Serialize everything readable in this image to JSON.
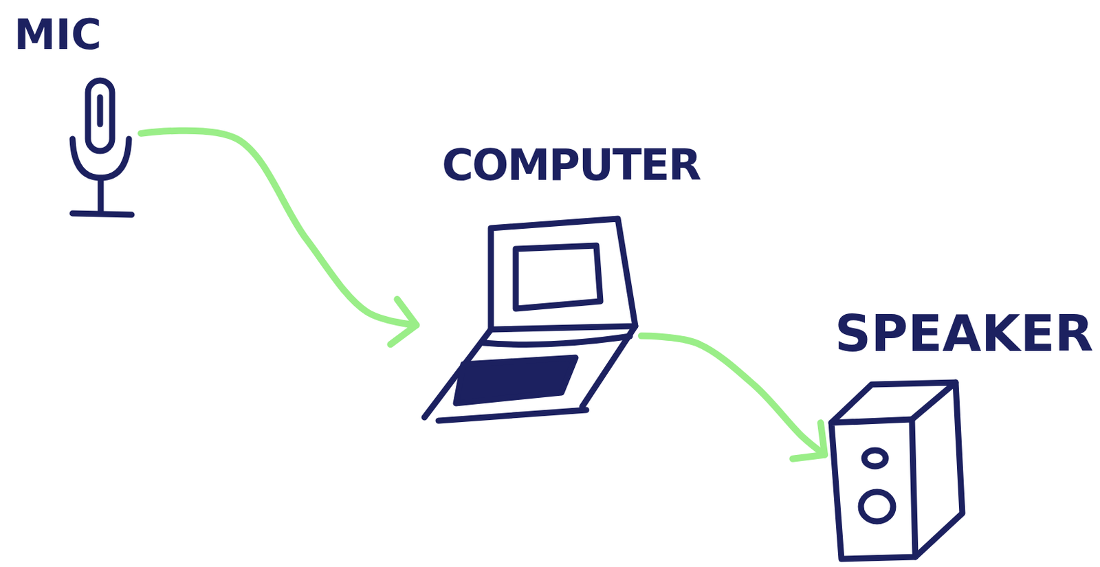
{
  "diagram": {
    "nodes": [
      {
        "text": [
          "MIC"
        ]
      },
      {
        "text": [
          "COMPUTER"
        ]
      },
      {
        "text": [
          "SPEAKER"
        ]
      }
    ],
    "edges": [
      {
        "from": 0,
        "to": 1,
        "arrow": "to"
      },
      {
        "from": 1,
        "to": 2,
        "arrow": "to"
      }
    ]
  }
}
